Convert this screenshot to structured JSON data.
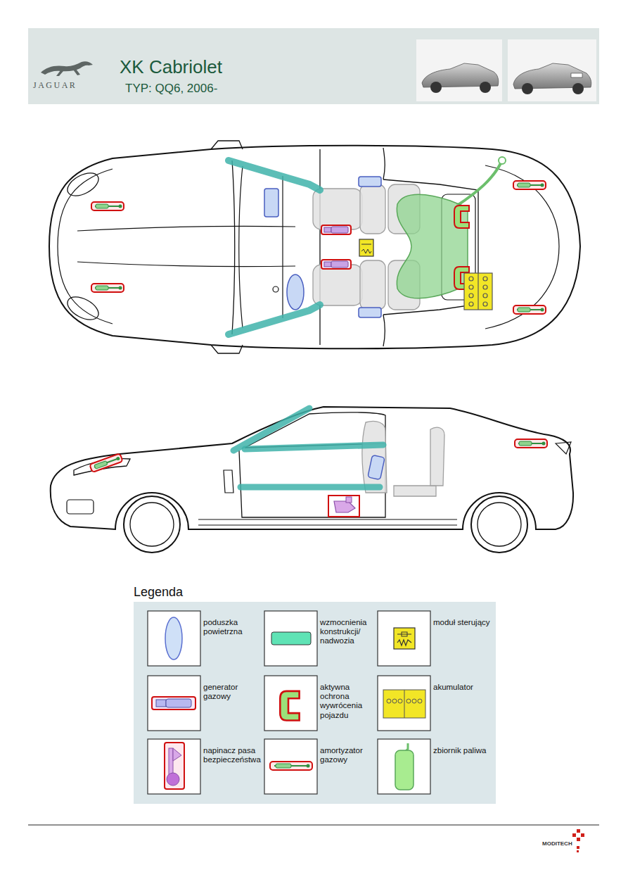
{
  "diagram": {
    "title": "XK Cabriolet",
    "labels": [
      "JAGUAR",
      "TYP: QQ6, 2006-",
      "Legenda",
      "MODITECH"
    ],
    "legend": [
      {
        "text": "poduszka powietrzna"
      },
      {
        "text": "wzmocnienia konstrukcji/ nadwozia"
      },
      {
        "text": "moduł sterujący"
      },
      {
        "text": "generator gazowy"
      },
      {
        "text": "aktywna ochrona wywrócenia pojazdu"
      },
      {
        "text": "akumulator"
      },
      {
        "text": "napinacz pasa bezpieczeństwa"
      },
      {
        "text": "amortyzator gazowy"
      },
      {
        "text": "zbiornik paliwa"
      }
    ]
  }
}
